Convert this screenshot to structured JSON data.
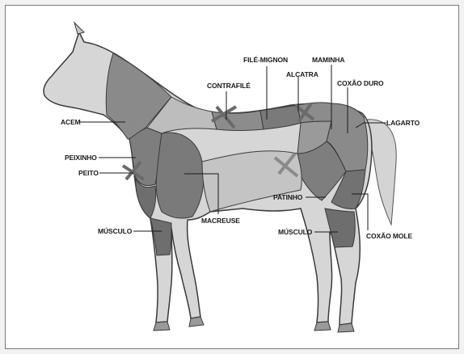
{
  "labels": {
    "acem": "ACEM",
    "peixinho": "PEIXINHO",
    "peito": "PEITO",
    "musculo_front": "MÚSCULO",
    "macreuse": "MACREUSE",
    "contrafile": "CONTRAFILÉ",
    "file_mignon": "FILÉ-MIGNON",
    "alcatra": "ALCATRA",
    "maminha": "MAMINHA",
    "coxao_duro": "COXÃO DURO",
    "lagarto": "LAGARTO",
    "patinho": "PATINHO",
    "musculo_rear": "MÚSCULO",
    "coxao_mole": "COXÃO MOLE"
  },
  "colors": {
    "frame_border": "#7a7a7a",
    "horse_light": "#d6d6d6",
    "cut_dark": "#8a8a8a",
    "cut_darker": "#6e6e6e",
    "outline": "#3a3a3a",
    "leader_line": "#1a1a1a"
  }
}
